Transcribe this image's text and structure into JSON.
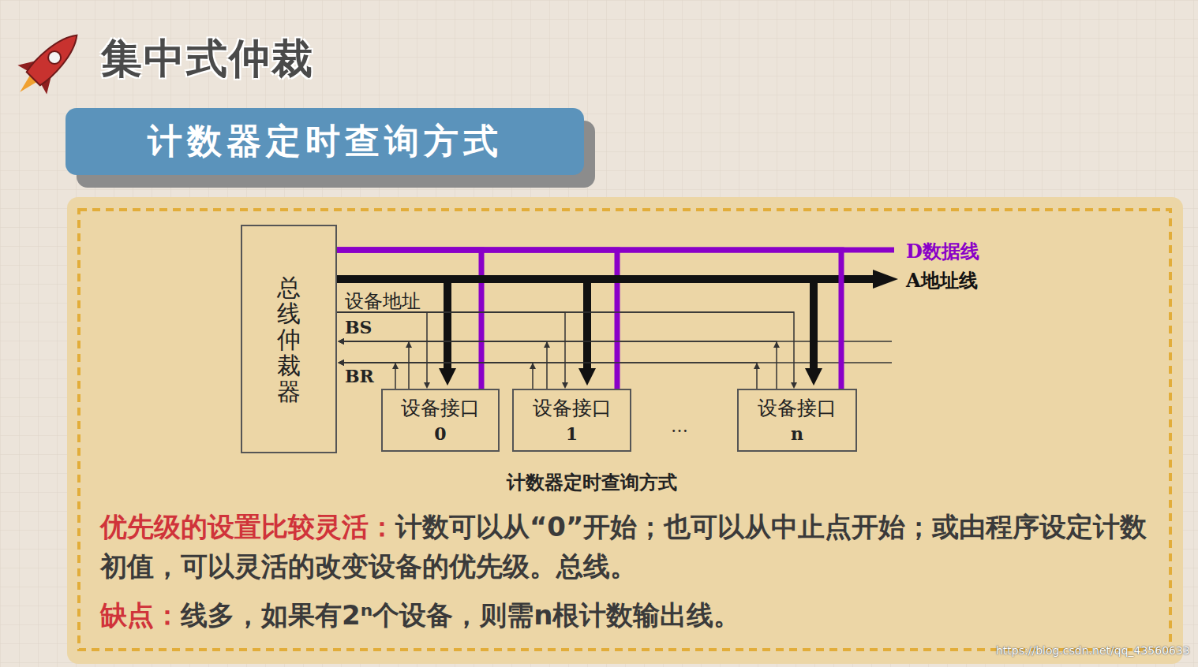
{
  "diagram": {
    "title": "集中式仲裁",
    "caption": "计数器定时查询方式",
    "nodes": [
      {
        "text": [
          "计数器定时查询方式"
        ]
      },
      {
        "text": [
          "总线仲裁器"
        ]
      },
      {
        "text": [
          "设备接口",
          "0"
        ]
      },
      {
        "text": [
          "设备接口",
          "1"
        ]
      },
      {
        "text": [
          "设备接口",
          "n"
        ]
      }
    ],
    "edges": [
      {
        "from": 1,
        "to": 2,
        "arrow": "to"
      },
      {
        "from": 1,
        "to": 2,
        "arrow": "none"
      },
      {
        "from": 1,
        "to": 2,
        "arrow": "to"
      },
      {
        "from": 2,
        "to": 1,
        "arrow": "to"
      },
      {
        "from": 2,
        "to": 1,
        "arrow": "to"
      },
      {
        "from": 1,
        "to": 3,
        "arrow": "to"
      },
      {
        "from": 1,
        "to": 3,
        "arrow": "none"
      },
      {
        "from": 1,
        "to": 3,
        "arrow": "to"
      },
      {
        "from": 3,
        "to": 1,
        "arrow": "to"
      },
      {
        "from": 3,
        "to": 1,
        "arrow": "to"
      },
      {
        "from": 1,
        "to": 4,
        "arrow": "to"
      },
      {
        "from": 1,
        "to": 4,
        "arrow": "none"
      },
      {
        "from": 1,
        "to": 4,
        "arrow": "to"
      },
      {
        "from": 4,
        "to": 1,
        "arrow": "to"
      },
      {
        "from": 4,
        "to": 1,
        "arrow": "to"
      }
    ],
    "labels": [
      "设备地址",
      "BS",
      "BR",
      "D数据线",
      "A地址线",
      "…",
      "优先级的设置比较灵活：",
      "计数可以从“0”开始；也可以从中止点开始；或由程序设定计数初值，可以灵活的改变设备的优先级。总线。",
      "缺点：",
      "线多，如果有2ⁿ个设备，则需n根计数输出线。",
      "https://blog.csdn.net/qq_43560633"
    ]
  }
}
